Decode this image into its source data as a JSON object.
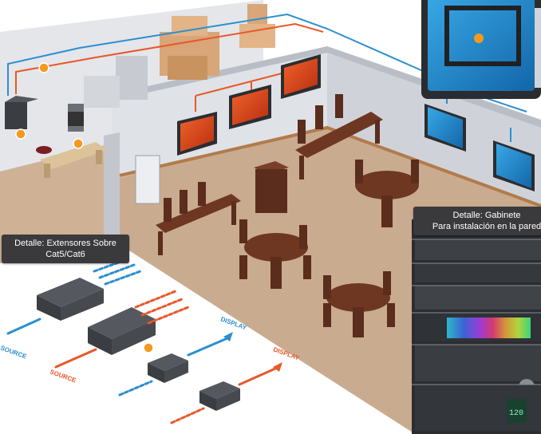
{
  "callouts": {
    "extensores": {
      "line1": "Detalle: Extensores Sobre",
      "line2": "Cat5/Cat6"
    },
    "gabinete": {
      "line1": "Detalle: Gabinete",
      "line2": "Para instalación en la pared"
    }
  },
  "signal_labels": {
    "source_blue": "SOURCE",
    "source_orange": "SOURCE",
    "display_blue": "DISPLAY",
    "display_orange": "DISPLAY"
  },
  "rack_display_text": "120",
  "colors": {
    "orange_cable": "#e8582a",
    "blue_cable": "#2b8fd0",
    "marker": "#f39a1e",
    "floor": "#c9ab8f",
    "wall": "#e4e6ea",
    "furniture": "#5b2d1c",
    "callout_bg": "#3a3a3c"
  }
}
